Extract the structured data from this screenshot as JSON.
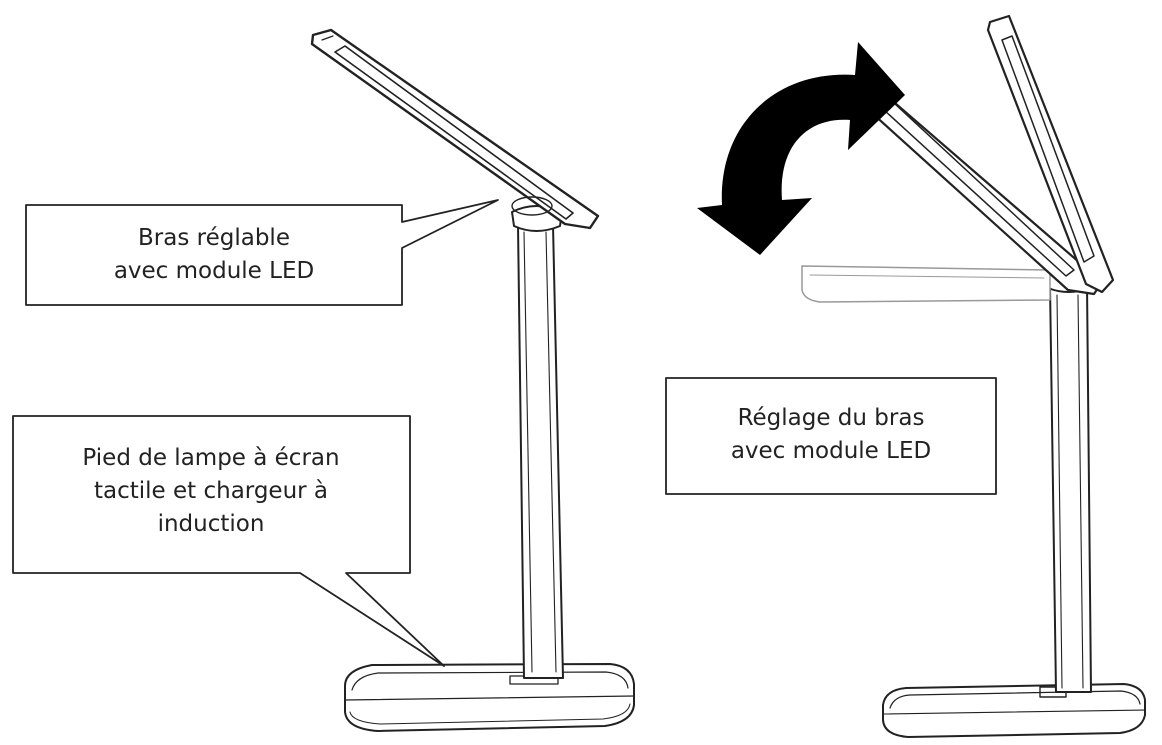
{
  "callouts": {
    "arm": {
      "line1": "Bras réglable",
      "line2": "avec module LED"
    },
    "base": {
      "line1": "Pied de lampe à écran",
      "line2": "tactile et chargeur à",
      "line3": "induction"
    },
    "adjust": {
      "line1": "Réglage du bras",
      "line2": "avec module LED"
    }
  }
}
